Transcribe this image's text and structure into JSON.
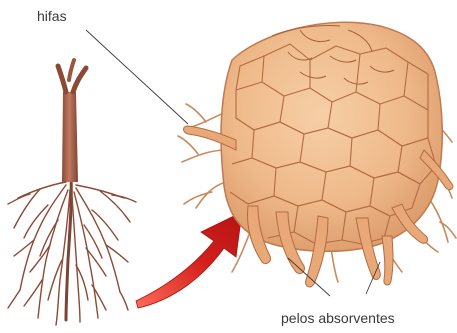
{
  "labels": {
    "hifas": "hifas",
    "pelos_absorventes": "pelos absorventes"
  },
  "colors": {
    "root": "#a8634a",
    "root_dark": "#7d4433",
    "cortex_fill": "#efb98a",
    "cortex_edge": "#c07a4f",
    "cortex_dark": "#a8613b",
    "hyphae": "#c98a5c",
    "arrow": "#d4201c",
    "leader_line": "#3a3a3a"
  },
  "icons": [
    "root-system-illustration",
    "zoom-arrow",
    "root-cross-section-illustration"
  ]
}
